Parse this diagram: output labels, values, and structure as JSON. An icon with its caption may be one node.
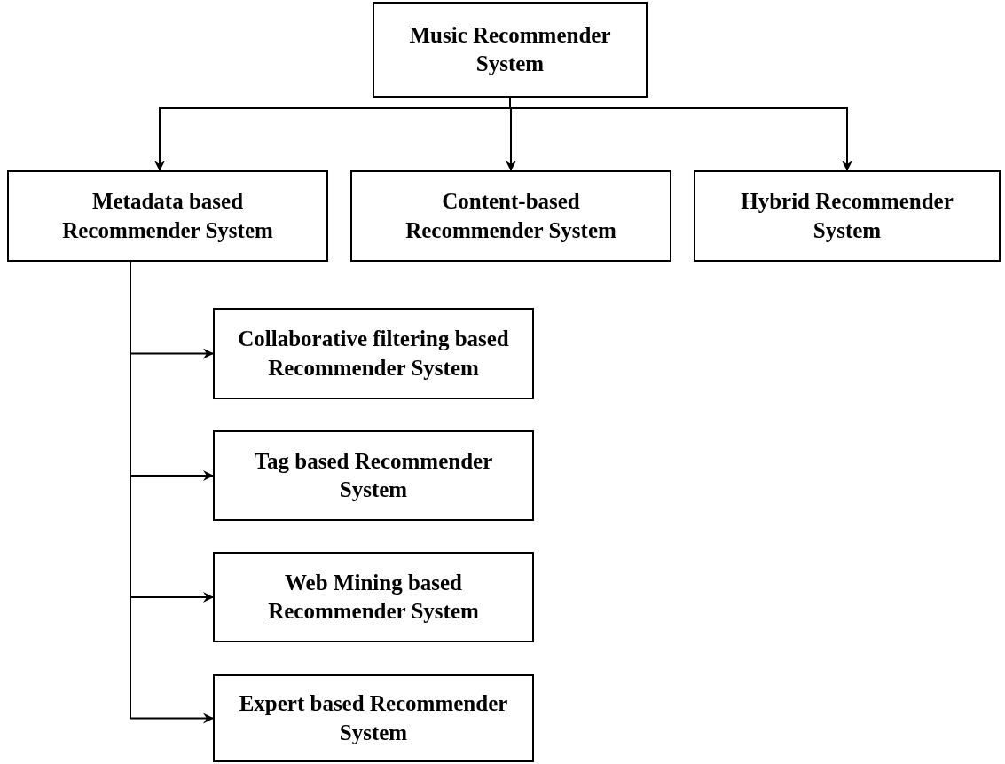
{
  "diagram": {
    "nodes": [
      {
        "text": [
          "Music Recommender System"
        ]
      },
      {
        "text": [
          "Metadata based Recommender System"
        ]
      },
      {
        "text": [
          "Content-based Recommender System"
        ]
      },
      {
        "text": [
          "Hybrid Recommender System"
        ]
      },
      {
        "text": [
          "Collaborative filtering based Recommender System"
        ]
      },
      {
        "text": [
          "Tag based Recommender System"
        ]
      },
      {
        "text": [
          "Web Mining based Recommender System"
        ]
      },
      {
        "text": [
          "Expert based Recommender System"
        ]
      }
    ],
    "edges": [
      {
        "from": 0,
        "to": 1,
        "arrow": "to"
      },
      {
        "from": 0,
        "to": 2,
        "arrow": "to"
      },
      {
        "from": 0,
        "to": 3,
        "arrow": "to"
      },
      {
        "from": 1,
        "to": 4,
        "arrow": "to"
      },
      {
        "from": 1,
        "to": 5,
        "arrow": "to"
      },
      {
        "from": 1,
        "to": 6,
        "arrow": "to"
      },
      {
        "from": 1,
        "to": 7,
        "arrow": "to"
      }
    ]
  }
}
